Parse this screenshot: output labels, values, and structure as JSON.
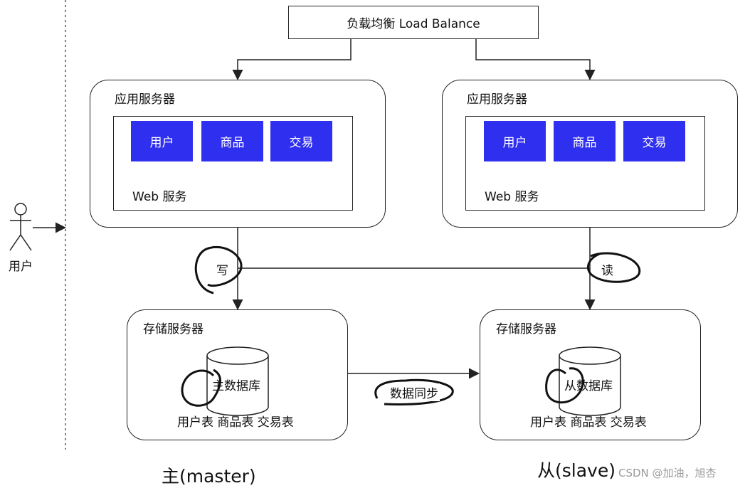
{
  "load_balancer": {
    "label": "负载均衡 Load Balance"
  },
  "user": {
    "label": "用户"
  },
  "app_servers": [
    {
      "title": "应用服务器",
      "web_label": "Web 服务",
      "modules": [
        "用户",
        "商品",
        "交易"
      ]
    },
    {
      "title": "应用服务器",
      "web_label": "Web 服务",
      "modules": [
        "用户",
        "商品",
        "交易"
      ]
    }
  ],
  "storage_servers": [
    {
      "title": "存储服务器",
      "db_label": "主数据库",
      "tables": "用户表 商品表 交易表"
    },
    {
      "title": "存储服务器",
      "db_label": "从数据库",
      "tables": "用户表 商品表 交易表"
    }
  ],
  "edge_labels": {
    "write": "写",
    "read": "读",
    "sync": "数据同步"
  },
  "captions": {
    "master": "主(master)",
    "slave": "从(slave)"
  },
  "watermark": "CSDN @加油，旭杏",
  "colors": {
    "module_fill": "#2f2ff0",
    "line": "#222222"
  }
}
